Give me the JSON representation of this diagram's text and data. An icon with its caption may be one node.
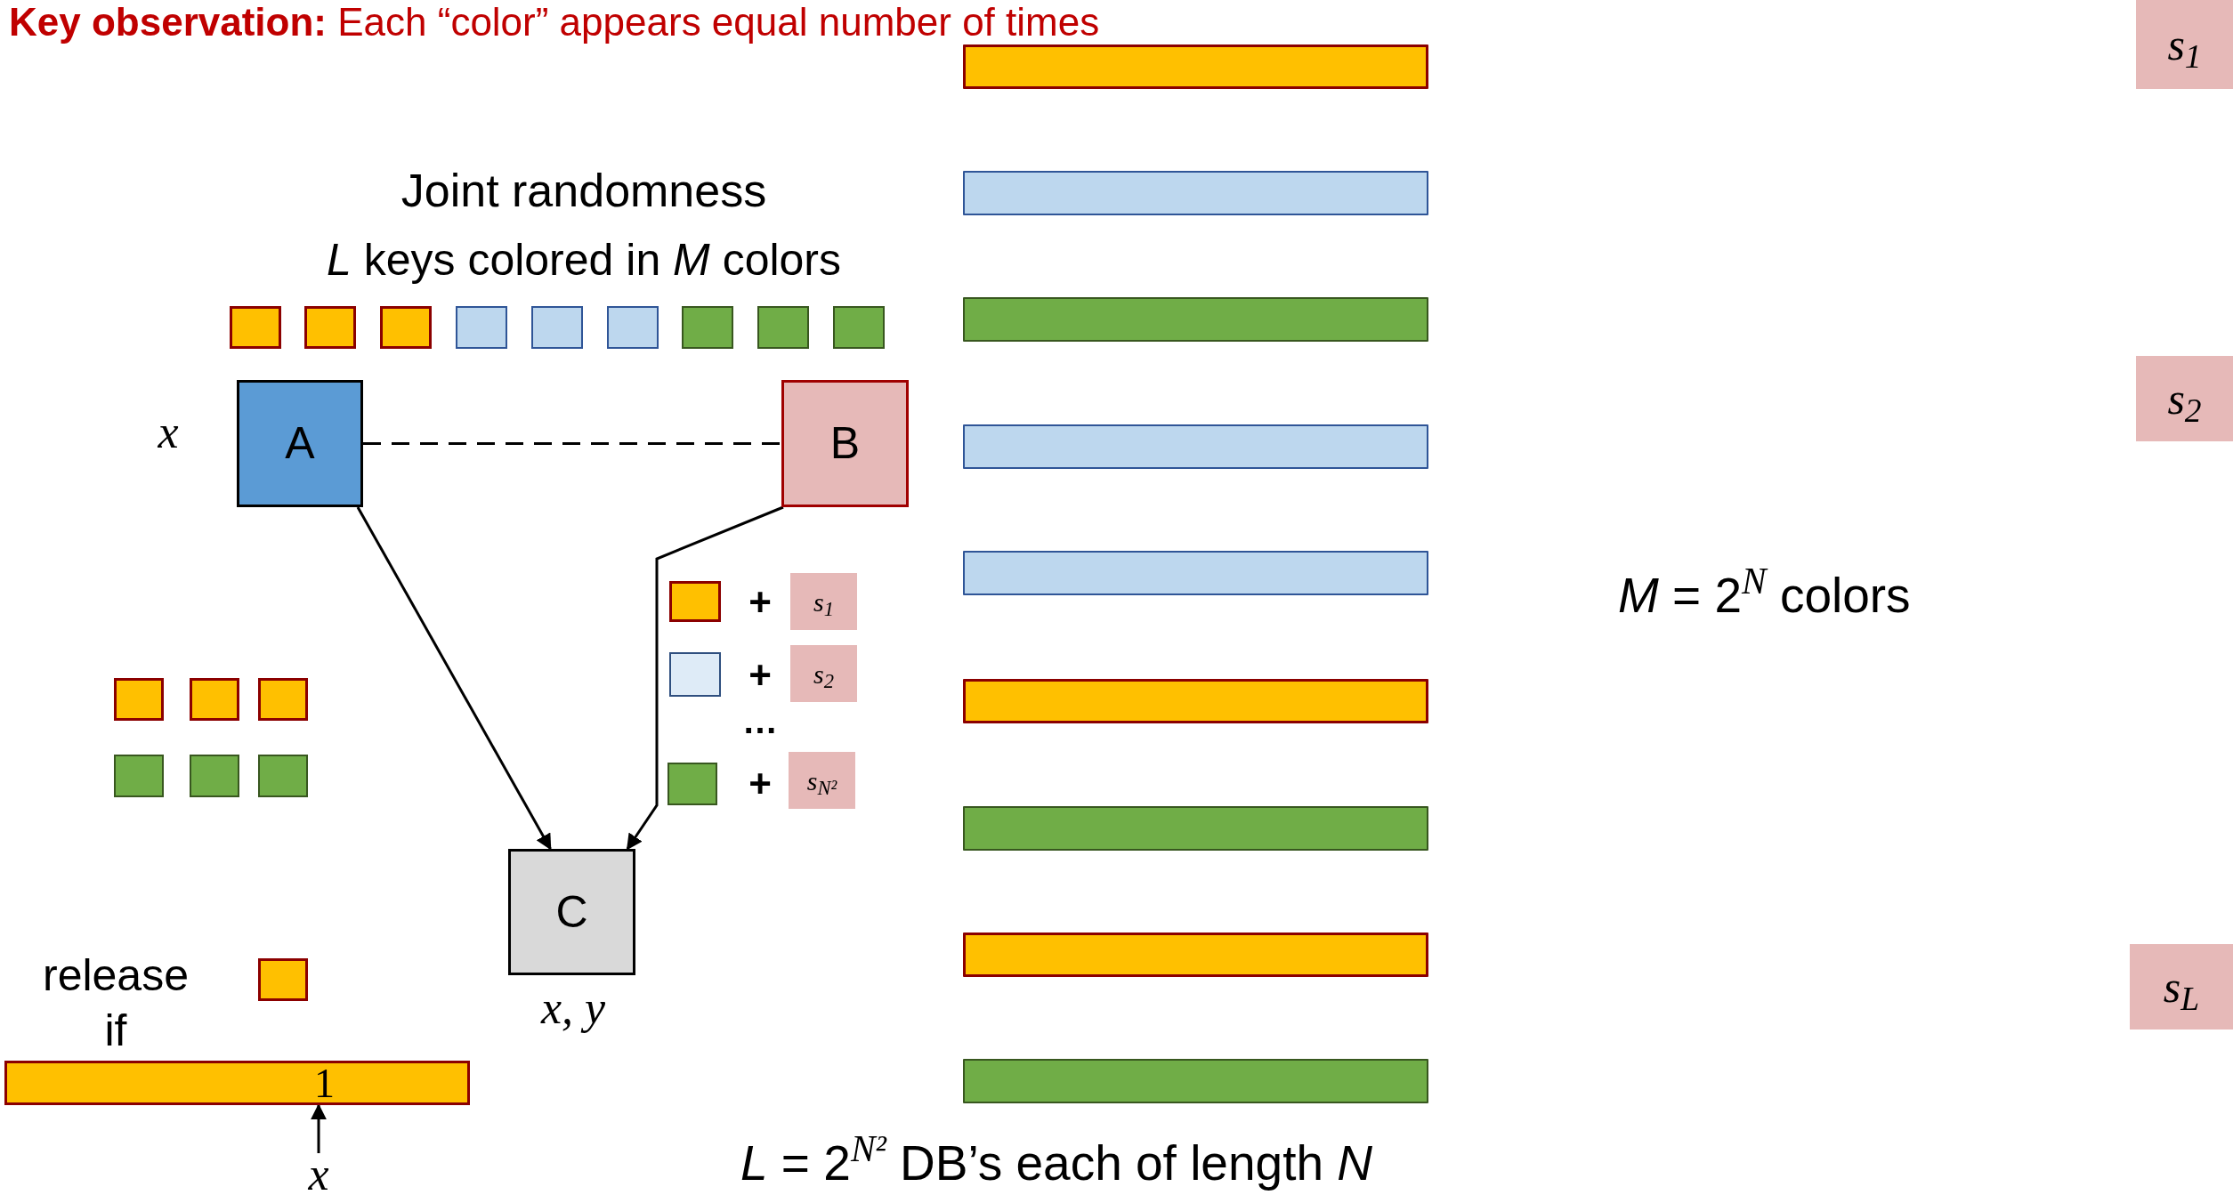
{
  "diagram": {
    "title": "**Key observation:** Each “color” appears equal number of times",
    "nodes": [
      {
        "text": [],
        "shape": "box"
      },
      {
        "text": [],
        "shape": "box"
      },
      {
        "text": [],
        "shape": "box"
      },
      {
        "text": [],
        "shape": "box"
      },
      {
        "text": [],
        "shape": "box"
      },
      {
        "text": [],
        "shape": "box"
      },
      {
        "text": [],
        "shape": "box"
      },
      {
        "text": [],
        "shape": "box"
      },
      {
        "text": [],
        "shape": "box"
      },
      {
        "text": [
          "A"
        ],
        "beside": [
          "x"
        ]
      },
      {
        "text": [
          "B"
        ]
      },
      {
        "text": [],
        "shape": "box"
      },
      {
        "text": [
          "s$_{1}$"
        ]
      },
      {
        "text": [],
        "shape": "box"
      },
      {
        "text": [
          "s$_{2}$"
        ]
      },
      {
        "text": [],
        "shape": "box"
      },
      {
        "text": [
          "s$_{N²}$"
        ]
      },
      {
        "text": [],
        "shape": "box"
      },
      {
        "text": [],
        "shape": "box"
      },
      {
        "text": [],
        "shape": "box"
      },
      {
        "text": [],
        "shape": "box"
      },
      {
        "text": [],
        "shape": "box"
      },
      {
        "text": [],
        "shape": "box"
      },
      {
        "text": [
          "C"
        ],
        "beside": [
          "x, y"
        ]
      },
      {
        "text": [],
        "shape": "box"
      },
      {
        "text": [
          "1"
        ]
      },
      {
        "text": [
          "x"
        ]
      },
      {
        "text": [],
        "shape": "bar"
      },
      {
        "text": [],
        "shape": "bar"
      },
      {
        "text": [],
        "shape": "bar"
      },
      {
        "text": [],
        "shape": "bar"
      },
      {
        "text": [],
        "shape": "bar"
      },
      {
        "text": [],
        "shape": "bar"
      },
      {
        "text": [],
        "shape": "bar"
      },
      {
        "text": [],
        "shape": "bar"
      },
      {
        "text": [],
        "shape": "bar"
      },
      {
        "text": [
          "s$_{1}$"
        ]
      },
      {
        "text": [
          "s$_{2}$"
        ]
      },
      {
        "text": [
          "s$_{L}$"
        ]
      }
    ],
    "edges": [
      {
        "from": 9,
        "to": 10,
        "arrow": "none",
        "style": "dashed"
      },
      {
        "from": 9,
        "to": 23,
        "arrow": "to"
      },
      {
        "from": 10,
        "to": 23,
        "arrow": "to"
      },
      {
        "from": 26,
        "to": 25,
        "arrow": "to"
      }
    ],
    "labels": [
      "Joint randomness",
      "*L* keys colored in *M* colors",
      "+",
      "+",
      "…",
      "+",
      "release if",
      "*M* = 2$^{N}$ colors",
      "*L* = 2$^{N²}$ DB’s each of length *N*"
    ]
  }
}
